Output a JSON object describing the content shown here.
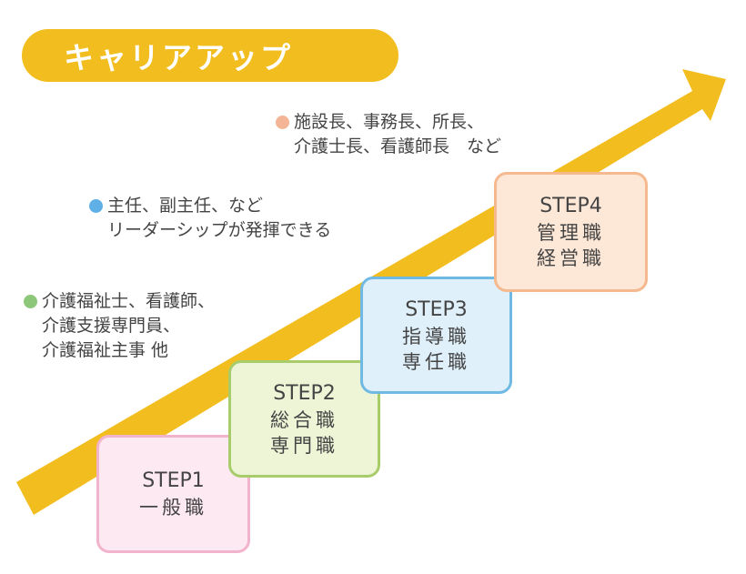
{
  "title": "キャリアアップ",
  "colors": {
    "arrow": "#f2bd1e",
    "title_bg": "#f2bd1e",
    "title_text": "#ffffff",
    "dot_green": "#8cc77a",
    "dot_blue": "#5fb0e6",
    "dot_orange": "#f3b596"
  },
  "notes": [
    {
      "color": "#8cc77a",
      "lines": [
        "介護福祉士、看護師、",
        "介護支援専門員、",
        "介護福祉主事 他"
      ]
    },
    {
      "color": "#5fb0e6",
      "lines": [
        "主任、副主任、など",
        "リーダーシップが発揮できる"
      ]
    },
    {
      "color": "#f3b596",
      "lines": [
        "施設長、事務長、所長、",
        "介護士長、看護師長　など"
      ]
    }
  ],
  "steps": [
    {
      "label": "STEP1",
      "roles": [
        "一般職"
      ],
      "bg": "#fde9f2",
      "border": "#f2b3cc"
    },
    {
      "label": "STEP2",
      "roles": [
        "総合職",
        "専門職"
      ],
      "bg": "#eef5d7",
      "border": "#a8cc6a"
    },
    {
      "label": "STEP3",
      "roles": [
        "指導職",
        "専任職"
      ],
      "bg": "#dff0fb",
      "border": "#6fb9e3"
    },
    {
      "label": "STEP4",
      "roles": [
        "管理職",
        "経営職"
      ],
      "bg": "#fde7d6",
      "border": "#f4b98f"
    }
  ]
}
